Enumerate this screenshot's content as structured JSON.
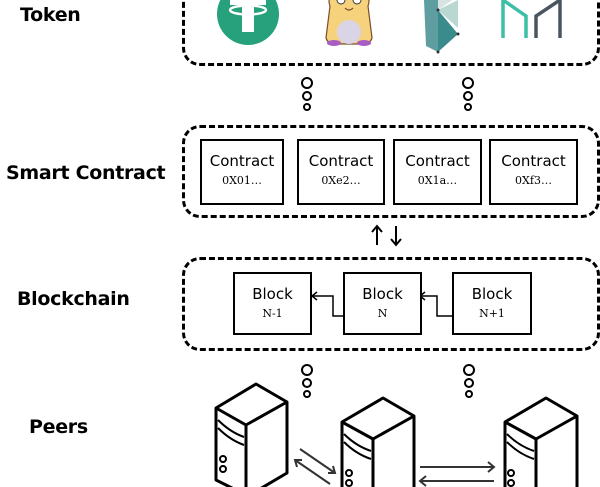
{
  "layers": {
    "token": {
      "label": "Token",
      "icons": [
        "tether-icon",
        "cryptokitty-icon",
        "kyber-network-icon",
        "maker-icon"
      ]
    },
    "smart_contract": {
      "label": "Smart Contract",
      "contracts": [
        {
          "title": "Contract",
          "address": "0X01…"
        },
        {
          "title": "Contract",
          "address": "0Xe2…"
        },
        {
          "title": "Contract",
          "address": "0X1a…"
        },
        {
          "title": "Contract",
          "address": "0Xf3…"
        }
      ]
    },
    "blockchain": {
      "label": "Blockchain",
      "blocks": [
        {
          "title": "Block",
          "index": "N-1"
        },
        {
          "title": "Block",
          "index": "N"
        },
        {
          "title": "Block",
          "index": "N+1"
        }
      ]
    },
    "peers": {
      "label": "Peers",
      "count": 3
    }
  },
  "colors": {
    "tether": "#26a17b",
    "kitty_body": "#f6d27d",
    "kitty_belly": "#d9d4e6",
    "kitty_feet": "#a95cc2",
    "kyber_dark": "#3a8b8c",
    "kyber_light": "#b9d8d2",
    "maker_teal": "#3cbfa6",
    "maker_gray": "#4a5560"
  }
}
